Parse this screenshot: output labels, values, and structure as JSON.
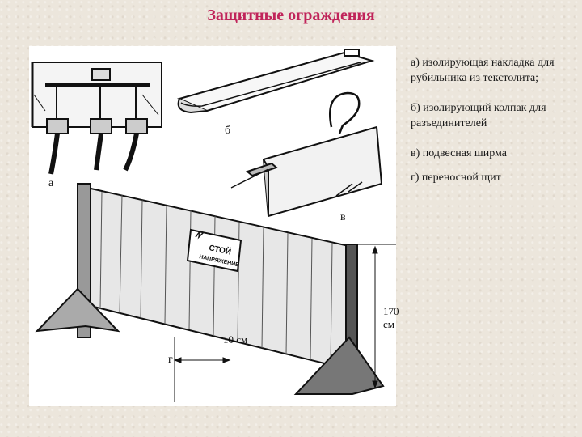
{
  "title": "Защитные ограждения",
  "figure": {
    "labels": {
      "a": "а",
      "b": "б",
      "v": "в",
      "g": "г"
    },
    "sign_text_1": "СТОЙ",
    "sign_text_2": "НАПРЯЖЕНИЕ",
    "dim_height": "170 см",
    "dim_gap": "10 см"
  },
  "legend": [
    "а) изолирующая накладка для рубильника из текстолита;",
    "б) изолирующий колпак для разъединителей",
    "в) подвесная ширма",
    "г) переносной щит"
  ]
}
